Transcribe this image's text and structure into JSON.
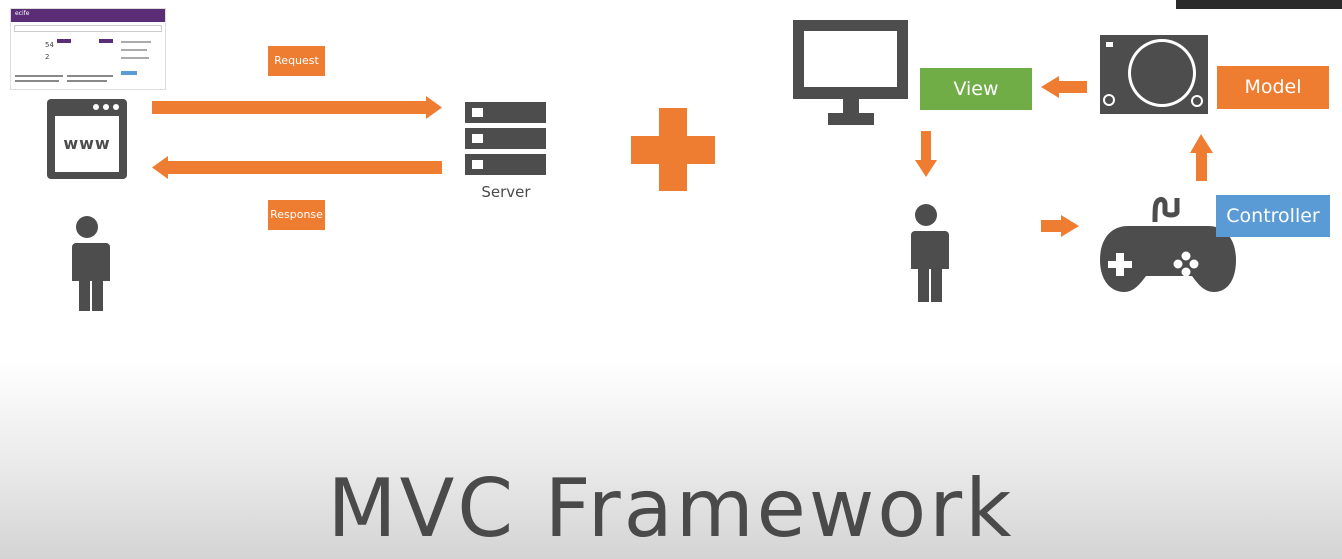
{
  "labels": {
    "request": "Request",
    "response": "Response",
    "server": "Server",
    "view": "View",
    "model": "Model",
    "controller": "Controller",
    "browser": "www"
  },
  "title": "MVC Framework",
  "thumbnail": {
    "brand": "ecife",
    "stat1": "54",
    "stat2": "2"
  },
  "colors": {
    "orange": "#ef7d31",
    "green": "#70ad47",
    "blue": "#5b9bd5",
    "icon": "#4d4d4d",
    "title": "#4a4a4a"
  },
  "icons": [
    "browser-icon",
    "person-icon",
    "server-icon",
    "plus-icon",
    "monitor-icon",
    "console-icon",
    "gamepad-icon"
  ]
}
